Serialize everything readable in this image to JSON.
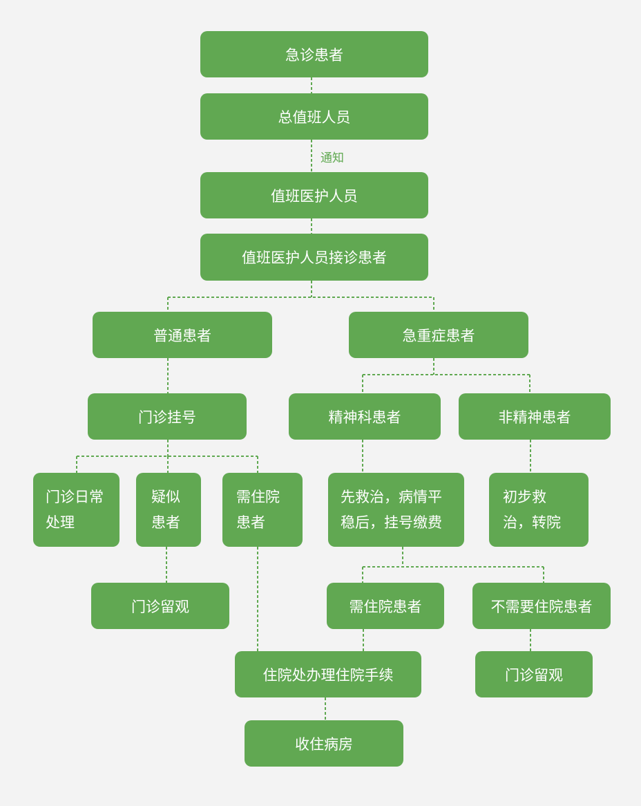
{
  "diagram": {
    "nodes": {
      "emergency_patient": "急诊患者",
      "chief_duty_staff": "总值班人员",
      "duty_medical_staff": "值班医护人员",
      "duty_staff_receive_patient": "值班医护人员接诊患者",
      "ordinary_patient": "普通患者",
      "critical_patient": "急重症患者",
      "outpatient_registration": "门诊挂号",
      "psychiatric_patient": "精神科患者",
      "non_psychiatric_patient": "非精神患者",
      "outpatient_routine": "门诊日常处理",
      "suspected_patient": "疑似患者",
      "needs_admission_patient_left": "需住院患者",
      "rescue_then_register": "先救治，病情平稳后，挂号缴费",
      "initial_rescue_transfer": "初步救治，转院",
      "outpatient_observation_left": "门诊留观",
      "needs_admission_patient_right": "需住院患者",
      "no_admission_patient": "不需要住院患者",
      "admission_procedures": "住院处办理住院手续",
      "outpatient_observation_right": "门诊留观",
      "admit_to_ward": "收住病房"
    },
    "edge_labels": {
      "notify": "通知"
    }
  }
}
